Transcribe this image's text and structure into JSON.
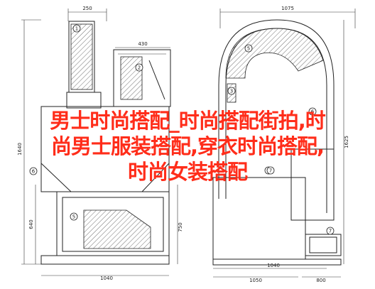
{
  "dimensions": {
    "left_top": "250",
    "right_top": "1075",
    "mid_top": "430",
    "left_bottom": "1040",
    "mid_bottom": "1040",
    "right_bottom": "1050",
    "right_bottom2": "800",
    "vert_left": "1640",
    "vert_left2": "640",
    "vert_mid": "750",
    "vert_right": "1625"
  },
  "callouts": [
    "1",
    "2",
    "3",
    "4",
    "5",
    "6",
    "7"
  ],
  "overlay": {
    "line1": "男士时尚搭配_时尚搭配街拍,时",
    "line2": "尚男士服装搭配,穿衣时尚搭配,",
    "line3": "时尚女装搭配"
  },
  "colors": {
    "overlay_text": "#ff2d1a",
    "lines": "#222222"
  }
}
